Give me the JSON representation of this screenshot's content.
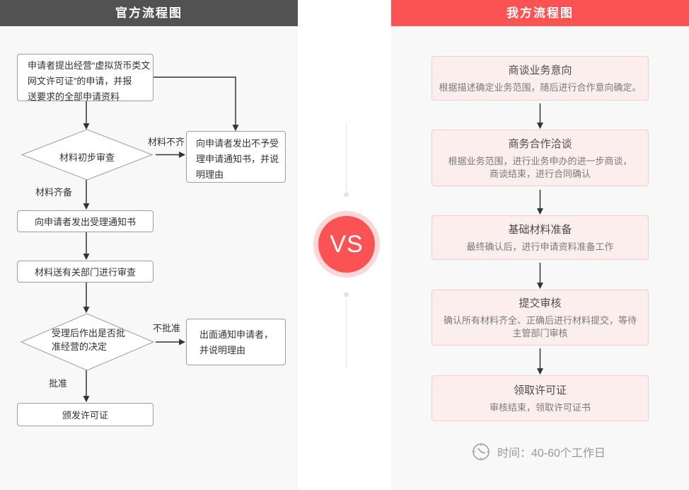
{
  "colors": {
    "header_dark": "#525252",
    "accent_red": "#fb5254",
    "panel_bg": "#f8f8f8",
    "pink_box_bg": "#fdeeee",
    "pink_box_border": "#f6caca",
    "line_gray": "#e3e3e3",
    "arrow_dark": "#333333",
    "node_border": "#9e9e9e"
  },
  "left": {
    "header": "官方流程图",
    "box_apply": {
      "lines": [
        "申请者提出经营“虚拟货币类文",
        "网文许可证”的申请，并报",
        "送要求的全部申请资料"
      ]
    },
    "diamond_initial_review": "材料初步审查",
    "label_incomplete": "材料不齐",
    "label_complete": "材料齐备",
    "box_not_accept": {
      "lines": [
        "向申请者发出不予受",
        "理申请通知书，并说",
        "明理由"
      ]
    },
    "box_accept_notice": "向申请者发出受理通知书",
    "box_dept_review": "材料送有关部门进行审查",
    "diamond_decision": {
      "lines": [
        "受理后作出是否批",
        "准经营的决定"
      ]
    },
    "label_not_approved": "不批准",
    "box_notify_reject": {
      "lines": [
        "出面通知申请者，",
        "并说明理由"
      ]
    },
    "label_approved": "批准",
    "box_issue_license": "颁发许可证"
  },
  "middle": {
    "vs": "VS"
  },
  "right": {
    "header": "我方流程图",
    "steps": [
      {
        "title": "商谈业务意向",
        "desc": [
          "根据描述确定业务范围，随后进行合作意向确定。"
        ]
      },
      {
        "title": "商务合作洽谈",
        "desc": [
          "根据业务范围，进行业务申办的进一步商谈，",
          "商谈结束，进行合同确认"
        ]
      },
      {
        "title": "基础材料准备",
        "desc": [
          "最终确认后，进行申请资料准备工作"
        ]
      },
      {
        "title": "提交审核",
        "desc": [
          "确认所有材料齐全、正确后进行材料提交，等待",
          "主管部门审核"
        ]
      },
      {
        "title": "领取许可证",
        "desc": [
          "审核结束，领取许可证书"
        ]
      }
    ],
    "time_note": "时间：40-60个工作日"
  }
}
